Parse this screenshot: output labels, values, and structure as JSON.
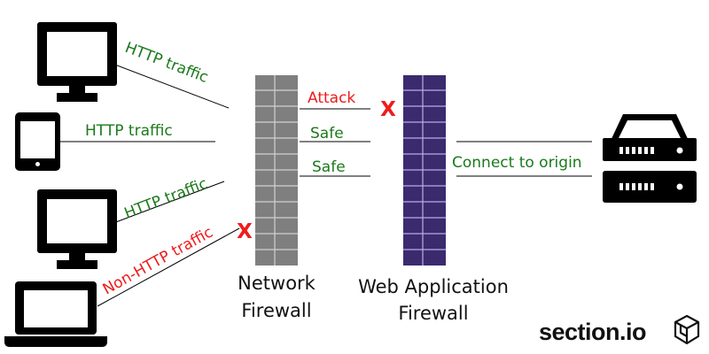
{
  "colors": {
    "safe": "#1a7a1a",
    "danger": "#ee1c1c",
    "network_firewall": "#7f7f7f",
    "waf": "#3b2a6e",
    "device": "#000000"
  },
  "devices": [
    {
      "icon": "monitor-icon",
      "traffic_label": "HTTP traffic",
      "status": "allowed"
    },
    {
      "icon": "tablet-icon",
      "traffic_label": "HTTP traffic",
      "status": "allowed"
    },
    {
      "icon": "monitor-icon",
      "traffic_label": "HTTP traffic",
      "status": "allowed"
    },
    {
      "icon": "laptop-icon",
      "traffic_label": "Non-HTTP traffic",
      "status": "blocked"
    }
  ],
  "network_firewall": {
    "label_line1": "Network",
    "label_line2": "Firewall"
  },
  "waf": {
    "label_line1": "Web Application",
    "label_line2": "Firewall"
  },
  "inspected_traffic": [
    {
      "label": "Attack",
      "status": "blocked"
    },
    {
      "label": "Safe",
      "status": "allowed"
    },
    {
      "label": "Safe",
      "status": "allowed"
    }
  ],
  "block_marker": "X",
  "origin": {
    "label": "Connect to origin",
    "icon": "server-icon"
  },
  "brand": {
    "name": "section.io",
    "icon": "cube-logo-icon"
  }
}
